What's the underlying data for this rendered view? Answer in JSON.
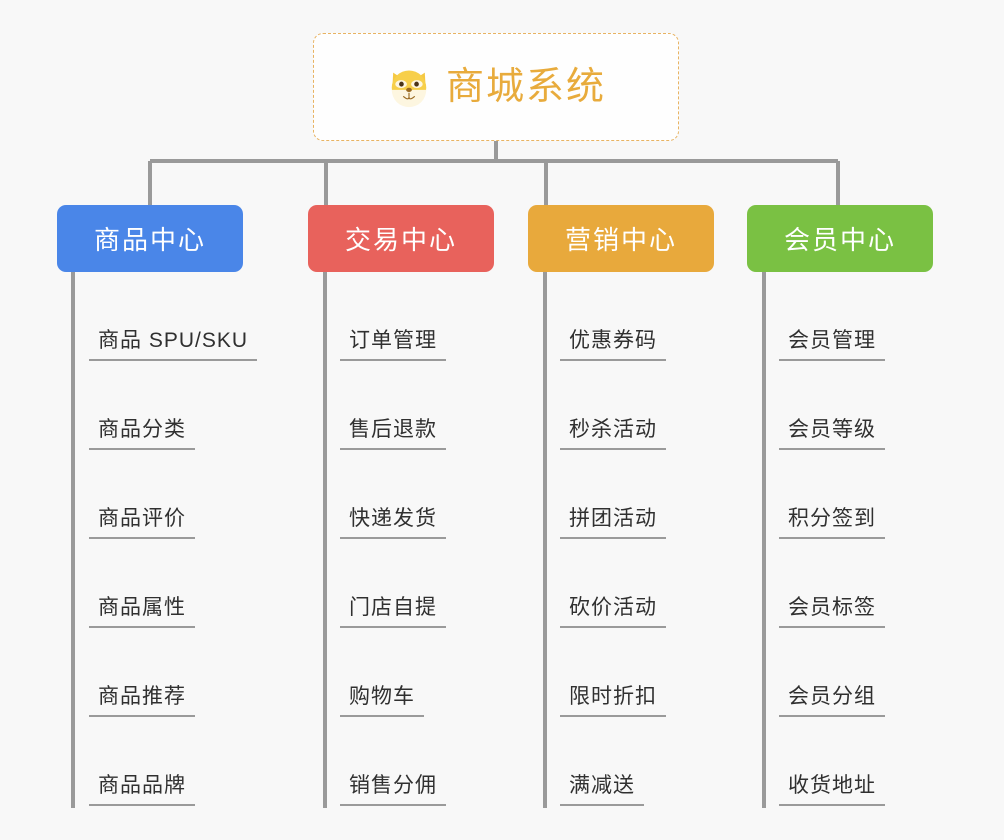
{
  "page": {
    "background_color": "#f8f8f8",
    "type": "mind-map"
  },
  "root": {
    "title": "商城系统",
    "icon": "dog-face-emoji",
    "text_color": "#e8ab3c",
    "border_color": "#e8b362",
    "background_color": "#fefefe"
  },
  "connector_color": "#9a9a9a",
  "columns": [
    {
      "label": "商品中心",
      "color": "#4a86e8",
      "items": [
        "商品 SPU/SKU",
        "商品分类",
        "商品评价",
        "商品属性",
        "商品推荐",
        "商品品牌"
      ]
    },
    {
      "label": "交易中心",
      "color": "#e8625c",
      "items": [
        "订单管理",
        "售后退款",
        "快递发货",
        "门店自提",
        "购物车",
        "销售分佣"
      ]
    },
    {
      "label": "营销中心",
      "color": "#e8a93c",
      "items": [
        "优惠券码",
        "秒杀活动",
        "拼团活动",
        "砍价活动",
        "限时折扣",
        "满减送"
      ]
    },
    {
      "label": "会员中心",
      "color": "#7ac143",
      "items": [
        "会员管理",
        "会员等级",
        "积分签到",
        "会员标签",
        "会员分组",
        "收货地址"
      ]
    }
  ]
}
